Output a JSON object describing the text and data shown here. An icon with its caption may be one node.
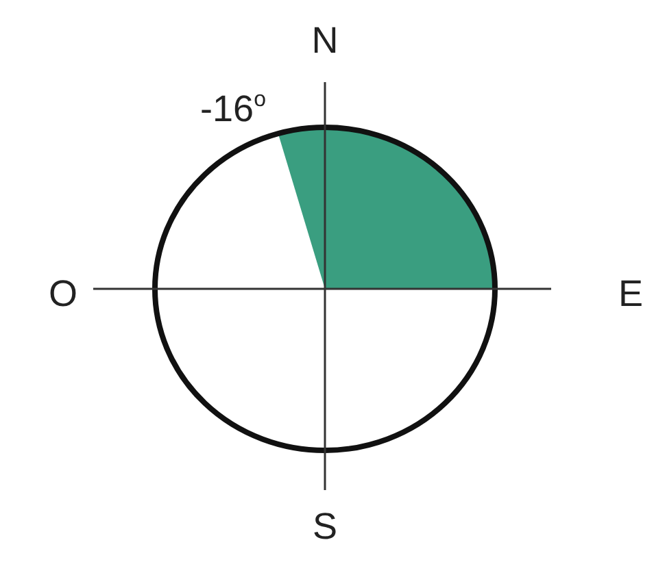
{
  "diagram": {
    "labels": [
      "N",
      "-16$^{o}$",
      "O",
      "E",
      "S"
    ]
  }
}
